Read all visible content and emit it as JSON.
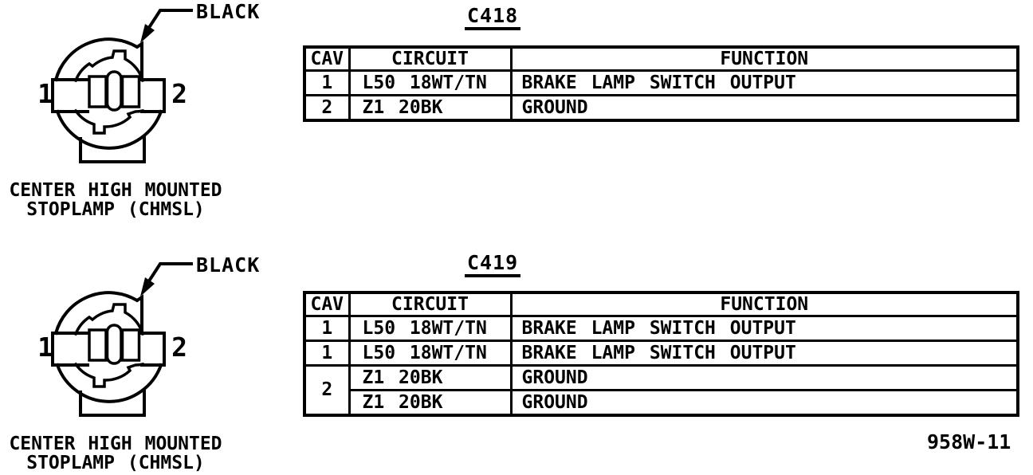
{
  "page": {
    "background": "#ffffff",
    "ink_color": "#000000",
    "footer_code": "958W-11"
  },
  "sections": [
    {
      "connector_id": "C418",
      "connector": {
        "color_label": "BLACK",
        "pin_left": "1",
        "pin_right": "2",
        "caption_line1": "CENTER HIGH MOUNTED",
        "caption_line2": "STOPLAMP (CHMSL)"
      },
      "table": {
        "headers": [
          "CAV",
          "CIRCUIT",
          "FUNCTION"
        ],
        "rows": [
          {
            "cav": "1",
            "circuit": "L50 18WT/TN",
            "function": "BRAKE LAMP SWITCH OUTPUT"
          },
          {
            "cav": "2",
            "circuit": "Z1 20BK",
            "function": "GROUND"
          }
        ]
      }
    },
    {
      "connector_id": "C419",
      "connector": {
        "color_label": "BLACK",
        "pin_left": "1",
        "pin_right": "2",
        "caption_line1": "CENTER HIGH MOUNTED",
        "caption_line2": "STOPLAMP (CHMSL)"
      },
      "table": {
        "headers": [
          "CAV",
          "CIRCUIT",
          "FUNCTION"
        ],
        "rows": [
          {
            "cav": "1",
            "circuit": "L50 18WT/TN",
            "function": "BRAKE LAMP SWITCH OUTPUT"
          },
          {
            "cav": "1",
            "circuit": "L50 18WT/TN",
            "function": "BRAKE LAMP SWITCH OUTPUT"
          },
          {
            "cav": "2",
            "cav_rowspan": 2,
            "circuit": "Z1 20BK",
            "function": "GROUND"
          },
          {
            "circuit": "Z1 20BK",
            "function": "GROUND"
          }
        ]
      }
    }
  ]
}
